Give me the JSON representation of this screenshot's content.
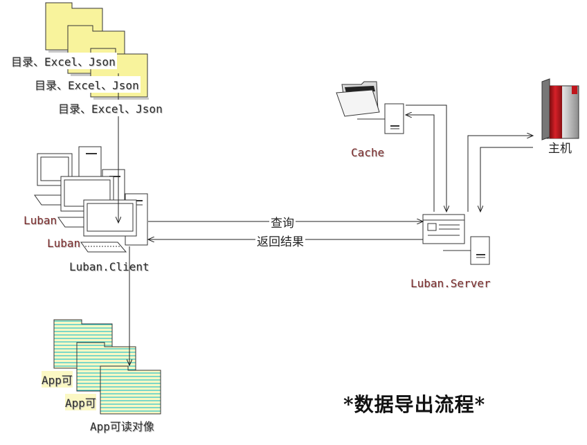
{
  "folders": {
    "labels": [
      "目录、Excel、Json",
      "目录、Excel、Json",
      "目录、Excel、Json"
    ]
  },
  "client": {
    "label": "Luban.Client",
    "stacked_labels": [
      "Luban",
      "Luban"
    ]
  },
  "app_docs": {
    "labels": [
      "App可",
      "App可",
      "App可读对像"
    ]
  },
  "cache": {
    "label": "Cache"
  },
  "server": {
    "label": "Luban.Server"
  },
  "host": {
    "label": "主机"
  },
  "arrows": {
    "query": "查询",
    "return": "返回结果"
  },
  "title": "*数据导出流程*",
  "colors": {
    "folder_fill": "#f8f39c",
    "doc_fill": "#fbf8c4",
    "doc_lines": "#27c4c9",
    "server_red": "#c0161c",
    "label_red": "#7a2b2b"
  }
}
